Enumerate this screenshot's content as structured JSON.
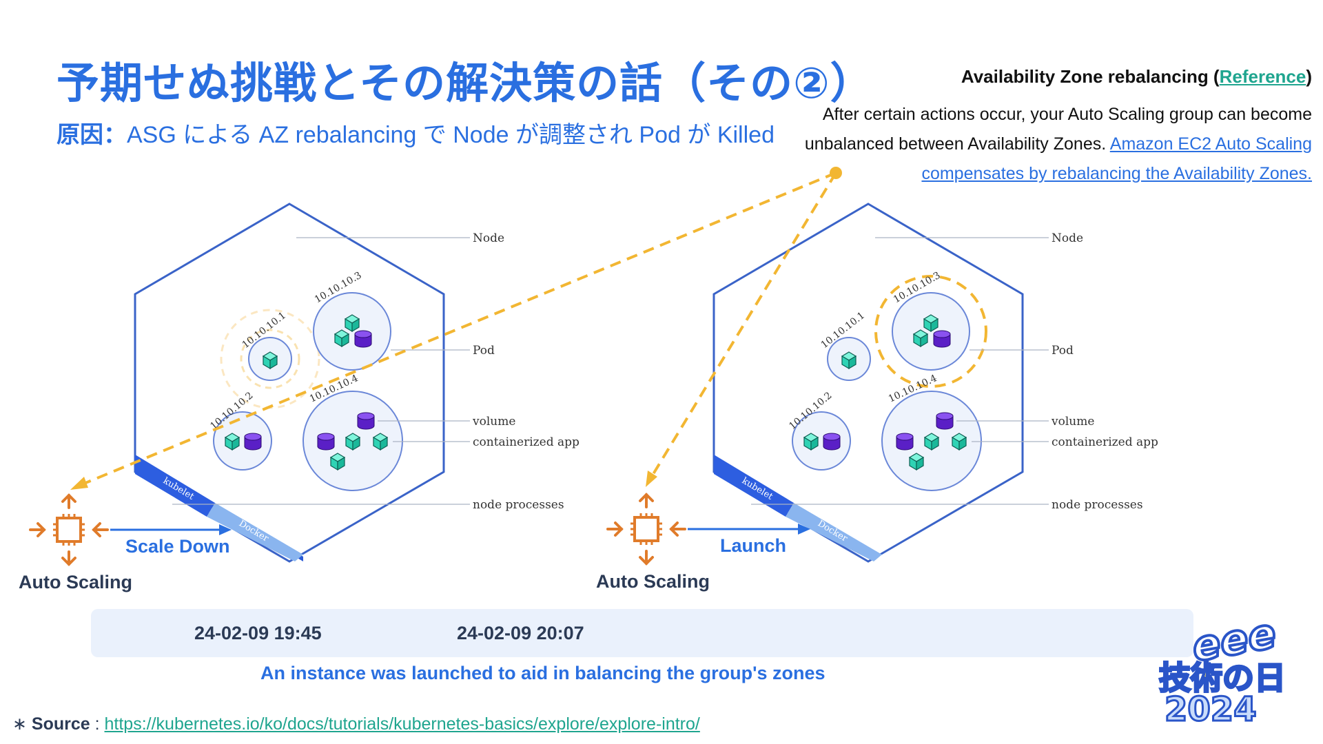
{
  "slide": {
    "title": "予期せぬ挑戦とその解決策の話（その②）",
    "cause_label": "原因：",
    "cause_text": "ASG による AZ rebalancing で Node が調整され Pod が Killed"
  },
  "reference": {
    "heading": "Availability Zone rebalancing",
    "heading_open": " (",
    "link_text": "Reference",
    "heading_close": ")",
    "body_text": "After certain actions occur, your Auto Scaling group can become unbalanced between Availability Zones. ",
    "body_link": "Amazon EC2 Auto Scaling compensates by rebalancing the Availability Zones."
  },
  "diagram_labels": {
    "node": "Node",
    "pod": "Pod",
    "volume": "volume",
    "containerized_app": "containerized app",
    "node_processes": "node processes",
    "kubelet": "kubelet",
    "docker": "Docker",
    "ip1": "10.10.10.1",
    "ip2": "10.10.10.2",
    "ip3": "10.10.10.3",
    "ip4": "10.10.10.4"
  },
  "left": {
    "auto_scaling": "Auto Scaling",
    "action": "Scale Down"
  },
  "right": {
    "auto_scaling": "Auto Scaling",
    "action": "Launch"
  },
  "timeline": {
    "ts1": "24-02-09 19:45",
    "ts2": "24-02-09 20:07",
    "caption": "An instance was launched to aid in balancing the group's zones"
  },
  "source": {
    "asterisk": "∗",
    "label": "Source",
    "sep": " : ",
    "url": "https://kubernetes.io/ko/docs/tutorials/kubernetes-basics/explore/explore-intro/"
  },
  "logo": {
    "line1": "eee",
    "line2": "技術の日",
    "line3": "2024"
  },
  "colors": {
    "accent_blue": "#2a6fe0",
    "node_blue": "#3a63c8",
    "pod_fill": "#eef3fc",
    "cube_teal": "#3fe3c4",
    "volume_purple": "#6a2bd6",
    "auto_scaling_orange": "#e07b2a",
    "arrow_yellow": "#f2b632",
    "link_teal": "#1fa58f"
  }
}
